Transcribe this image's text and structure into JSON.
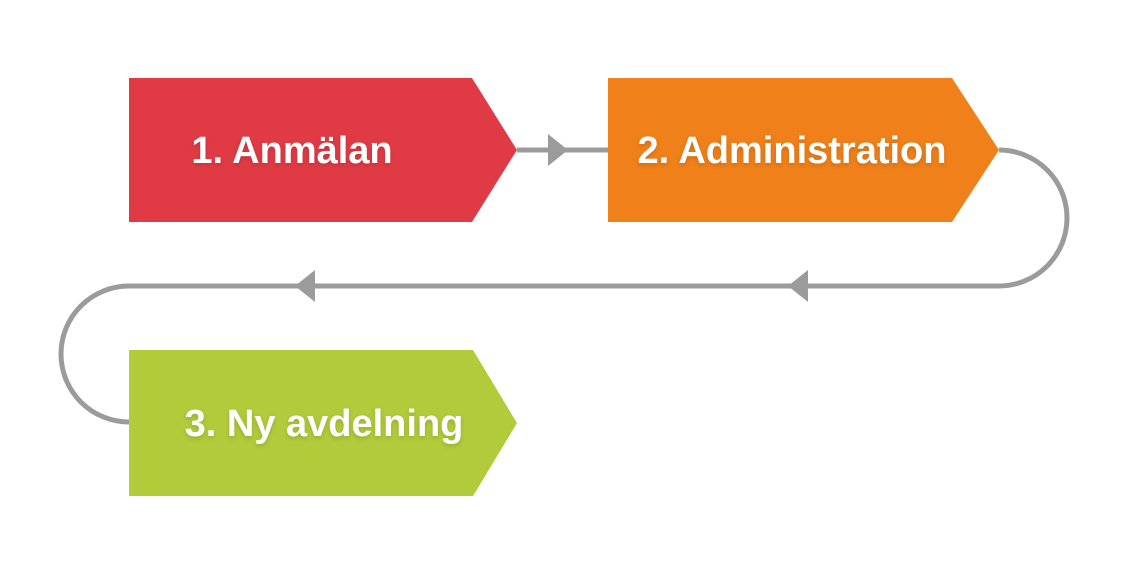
{
  "diagram": {
    "type": "flowchart",
    "background_color": "#FFFFFF",
    "connector_color": "#9B9B9B",
    "label_color": "#FFFFFF",
    "steps": [
      {
        "label": "1. Anmälan",
        "color": "#E03B45"
      },
      {
        "label": "2. Administration",
        "color": "#F08019"
      },
      {
        "label": "3. Ny avdelning",
        "color": "#B1CB3B"
      }
    ],
    "connections": [
      {
        "from": "1. Anmälan",
        "to": "2. Administration"
      },
      {
        "from": "2. Administration",
        "to": "3. Ny avdelning"
      }
    ]
  }
}
